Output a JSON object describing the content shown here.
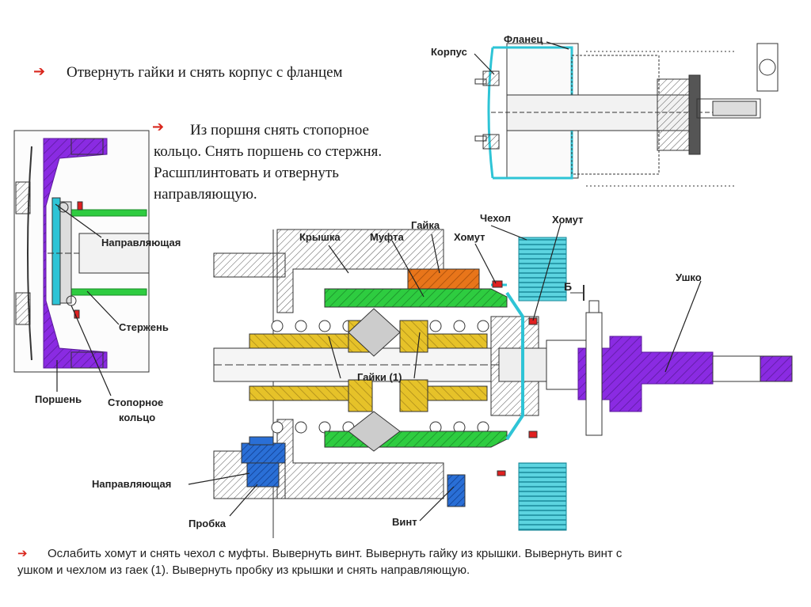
{
  "steps": {
    "step1": "Отвернуть гайки и снять корпус с фланцем",
    "step2_lines": [
      "Из поршня снять стопорное",
      "кольцо. Снять поршень со стержня.",
      "Расшплинтовать и отвернуть",
      "направляющую."
    ],
    "step3_lines": [
      "Ослабить хомут и снять чехол с муфты. Вывернуть винт. Вывернуть гайку из крышки. Вывернуть винт с",
      "ушком и чехлом из гаек (1). Вывернуть пробку из крышки и снять направляющую."
    ]
  },
  "labels": {
    "korpus": "Корпус",
    "flanec": "Фланец",
    "napravlyayuschaya": "Направляющая",
    "sterzhen": "Стержень",
    "porshen": "Поршень",
    "stopornoe_1": "Стопорное",
    "stopornoe_2": "кольцо",
    "kryshka": "Крышка",
    "mufta": "Муфта",
    "gayka": "Гайка",
    "chehol": "Чехол",
    "homut_1": "Хомут",
    "homut_2": "Хомут",
    "ushko": "Ушко",
    "gayki1": "Гайки (1)",
    "napravlyayuschaya_2": "Направляющая",
    "probka": "Пробка",
    "vint": "Винт",
    "section_mark": "Б"
  },
  "icons": {
    "bullet": "red-arrow-icon"
  },
  "colors": {
    "arrow": "#d9261c",
    "purple": "#8a2be2",
    "green": "#2ecc40",
    "cyan": "#2ec4d6",
    "orange": "#e8751a",
    "yellow": "#e6c229",
    "blue": "#2a6fd6",
    "red": "#e02020"
  }
}
